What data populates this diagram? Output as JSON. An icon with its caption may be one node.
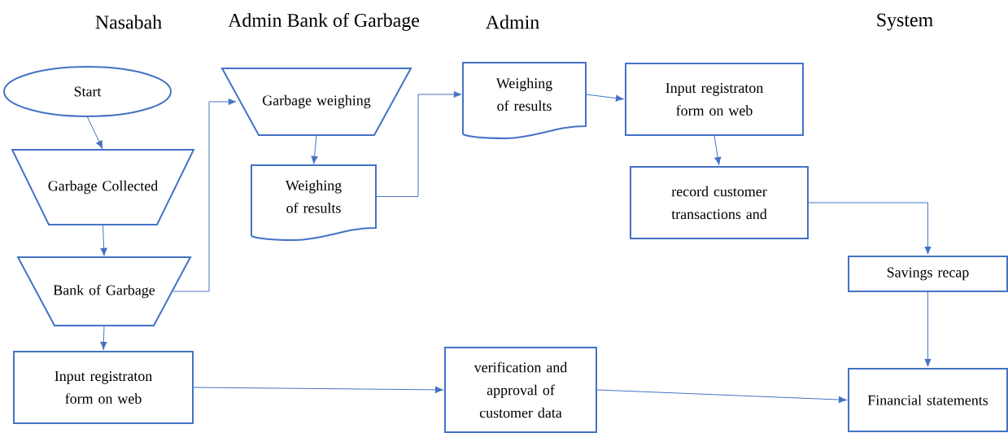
{
  "diagram": {
    "nodes": [
      {
        "text": [
          "Start"
        ]
      },
      {
        "text": [
          "Garbage Collected"
        ]
      },
      {
        "text": [
          "Bank of Garbage"
        ]
      },
      {
        "text": [
          "Input registraton form on web"
        ]
      },
      {
        "text": [
          "Garbage weighing"
        ]
      },
      {
        "text": [
          "Weighing of results"
        ]
      },
      {
        "text": [
          "Weighing of results"
        ]
      },
      {
        "text": [
          "Input registraton form on web"
        ]
      },
      {
        "text": [
          "record customer transactions and"
        ]
      },
      {
        "text": [
          "Savings recap"
        ]
      },
      {
        "text": [
          "verification and approval of customer data"
        ]
      },
      {
        "text": [
          "Financial statements"
        ]
      }
    ],
    "edges": [
      {
        "from": 0,
        "to": 1,
        "arrow": "to"
      },
      {
        "from": 1,
        "to": 2,
        "arrow": "to"
      },
      {
        "from": 2,
        "to": 4,
        "arrow": "to"
      },
      {
        "from": 4,
        "to": 5,
        "arrow": "to"
      },
      {
        "from": 5,
        "to": 6,
        "arrow": "to"
      },
      {
        "from": 6,
        "to": 7,
        "arrow": "to"
      },
      {
        "from": 7,
        "to": 8,
        "arrow": "to"
      },
      {
        "from": 8,
        "to": 9,
        "arrow": "to"
      },
      {
        "from": 9,
        "to": 11,
        "arrow": "to"
      },
      {
        "from": 2,
        "to": 3,
        "arrow": "to"
      },
      {
        "from": 3,
        "to": 10,
        "arrow": "to"
      },
      {
        "from": 10,
        "to": 11,
        "arrow": "to"
      }
    ],
    "labels": [
      "Nasabah",
      "Admin Bank of Garbage",
      "Admin",
      "System"
    ]
  }
}
